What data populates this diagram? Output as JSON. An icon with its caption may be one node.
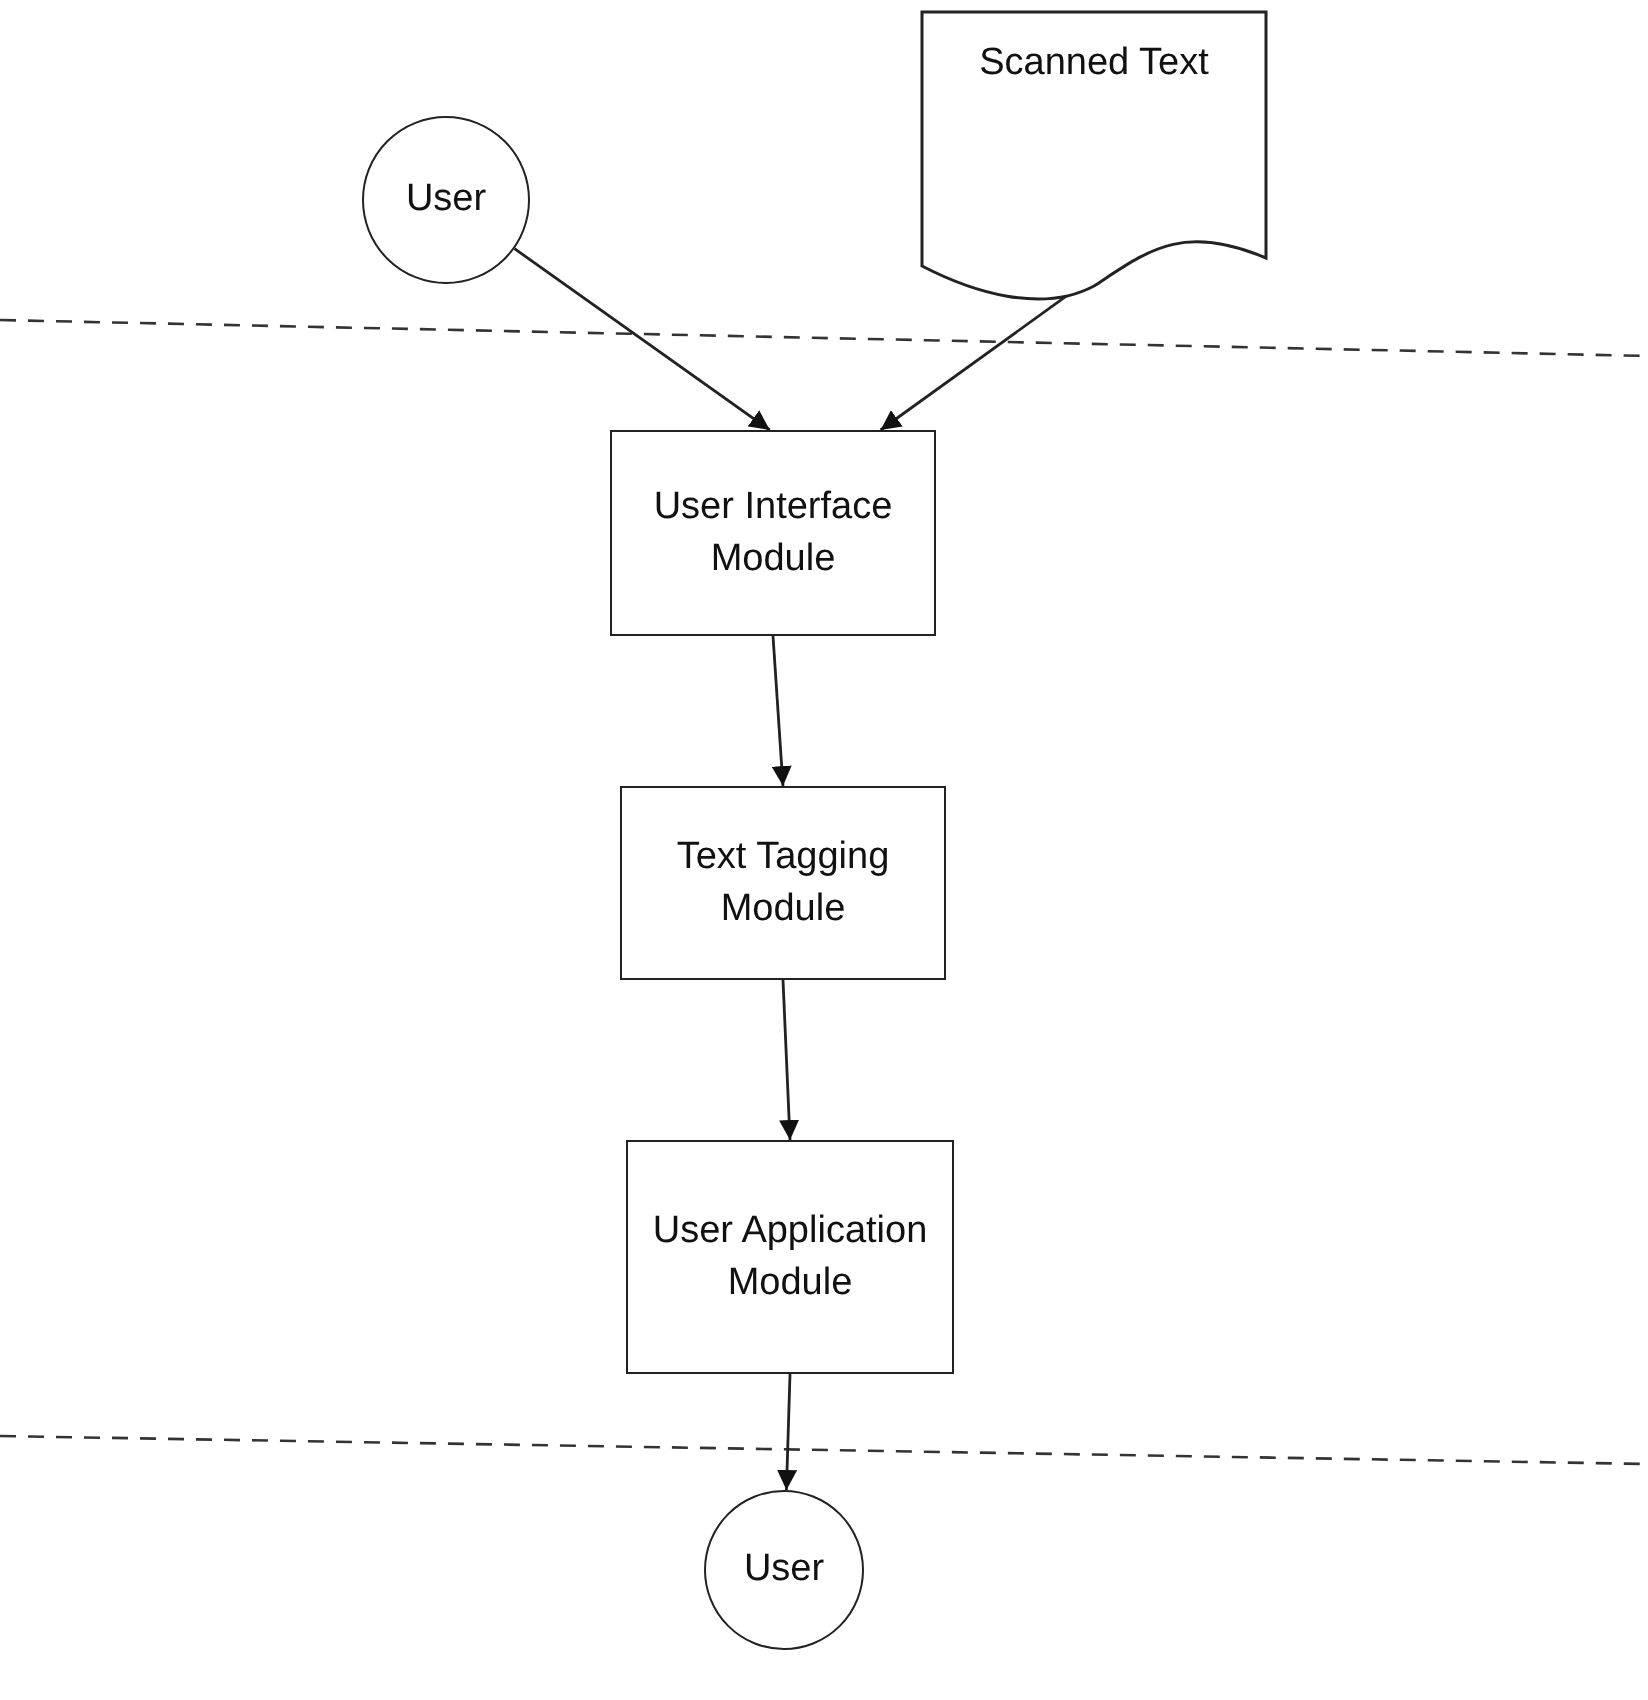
{
  "diagram": {
    "nodes": [
      {
        "text": [
          "User"
        ]
      },
      {
        "text": [
          "Scanned Text"
        ]
      },
      {
        "text": [
          "User Interface Module"
        ]
      },
      {
        "text": [
          "Text Tagging Module"
        ]
      },
      {
        "text": [
          "User Application Module"
        ]
      },
      {
        "text": [
          "User"
        ]
      }
    ],
    "edges": [
      {
        "from": 0,
        "to": 2,
        "arrow": "to"
      },
      {
        "from": 1,
        "to": 2,
        "arrow": "to"
      },
      {
        "from": 2,
        "to": 3,
        "arrow": "to"
      },
      {
        "from": 3,
        "to": 4,
        "arrow": "to"
      },
      {
        "from": 4,
        "to": 5,
        "arrow": "to"
      }
    ]
  }
}
